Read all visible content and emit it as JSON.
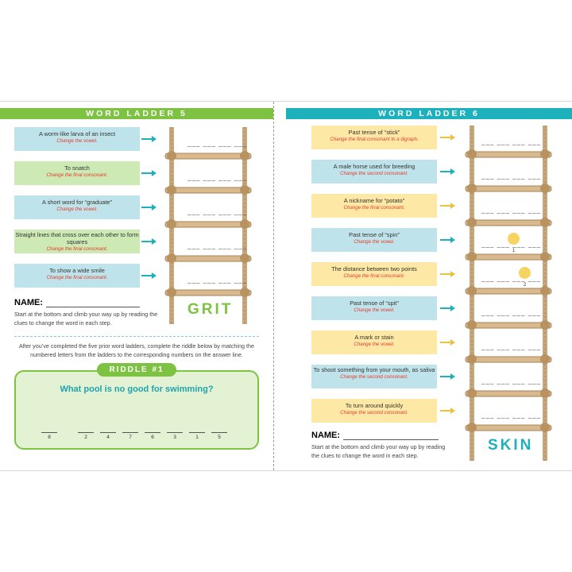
{
  "left": {
    "title": "WORD LADDER 5",
    "clues": [
      {
        "text": "A worm-like larva of an insect",
        "hint": "Change the vowel."
      },
      {
        "text": "To snatch",
        "hint": "Change the final consonant."
      },
      {
        "text": "A short word for “graduate”",
        "hint": "Change the vowel."
      },
      {
        "text": "Straight lines that cross over each other to form squares",
        "hint": "Change the final consonant."
      },
      {
        "text": "To show a wide smile",
        "hint": "Change the final consonant."
      }
    ],
    "blanks": "___ ___ ___ ___",
    "start_word": "GRIT",
    "name_label": "NAME:",
    "instructions": "Start at the bottom and climb your way up by reading the clues to change the word in each step.",
    "riddle_intro": "After you’ve completed the five prior word ladders, complete the riddle below by matching the numbered letters from the ladders to the corresponding numbers on the answer line.",
    "riddle": {
      "tag": "RIDDLE #1",
      "question": "What pool is no good for swimming?",
      "answer_numbers": [
        "8",
        "2",
        "4",
        "7",
        "6",
        "3",
        "1",
        "5"
      ]
    }
  },
  "right": {
    "title": "WORD LADDER 6",
    "clues": [
      {
        "text": "Past tense of “stick”",
        "hint": "Change the final consonant to a digraph."
      },
      {
        "text": "A male horse used for breeding",
        "hint": "Change the second consonant."
      },
      {
        "text": "A nickname for “potato”",
        "hint": "Change the final consonant."
      },
      {
        "text": "Past tense of “spin”",
        "hint": "Change the vowel."
      },
      {
        "text": "The distance between two points",
        "hint": "Change the final consonant."
      },
      {
        "text": "Past tense of “spit”",
        "hint": "Change the vowel."
      },
      {
        "text": "A mark or stain",
        "hint": "Change the vowel."
      },
      {
        "text": "To shoot something from your mouth, as saliva",
        "hint": "Change the second consonant."
      },
      {
        "text": "To turn around quickly",
        "hint": "Change the second consonant."
      }
    ],
    "blanks": "___ ___ ___ ___",
    "circle_numbers": [
      "1",
      "2"
    ],
    "start_word": "SKIN",
    "name_label": "NAME:",
    "instructions": "Start at the bottom and climb your way up by reading the clues to change the word in each step."
  },
  "colors": {
    "green": "#7dc242",
    "teal": "#1db0bd",
    "rope": "#c9a77c",
    "yellow": "#fde8a6"
  }
}
